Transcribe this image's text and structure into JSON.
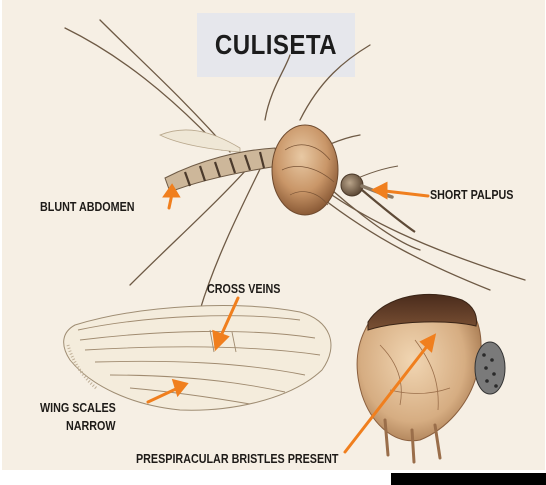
{
  "title": "CULISETA",
  "labels": {
    "blunt_abdomen": "BLUNT ABDOMEN",
    "short_palpus": "SHORT PALPUS",
    "cross_veins": "CROSS VEINS",
    "wing_scales_line1": "WING SCALES",
    "wing_scales_line2": "NARROW",
    "prespiracular": "PRESPIRACULAR BRISTLES PRESENT"
  },
  "colors": {
    "background": "#f6efe4",
    "title_box": "#e6e7ec",
    "arrow": "#f07f1e",
    "text": "#1e1b18"
  }
}
